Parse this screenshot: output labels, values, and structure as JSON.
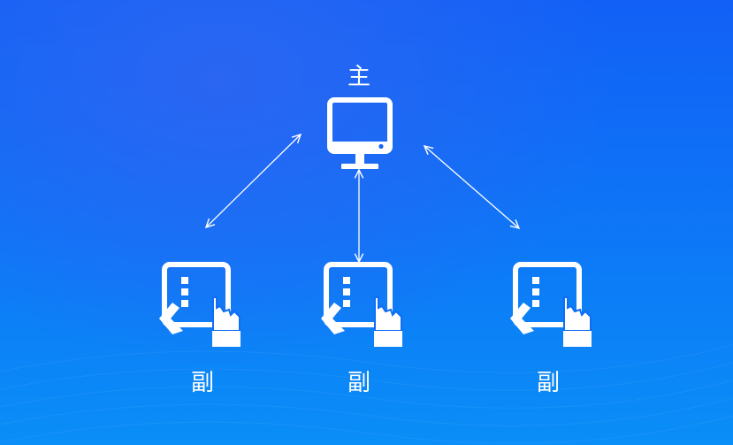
{
  "master": {
    "label": "主",
    "icon": "monitor-icon"
  },
  "slaves": [
    {
      "label": "副",
      "icon": "tablet-touch-icon"
    },
    {
      "label": "副",
      "icon": "tablet-touch-icon"
    },
    {
      "label": "副",
      "icon": "tablet-touch-icon"
    }
  ],
  "connections": [
    {
      "from": "master",
      "to": "slave-1",
      "bidirectional": true
    },
    {
      "from": "master",
      "to": "slave-2",
      "bidirectional": true
    },
    {
      "from": "master",
      "to": "slave-3",
      "bidirectional": true
    }
  ],
  "colors": {
    "background_top": "#1260f6",
    "background_bottom": "#0a8ef7",
    "foreground": "#ffffff"
  }
}
